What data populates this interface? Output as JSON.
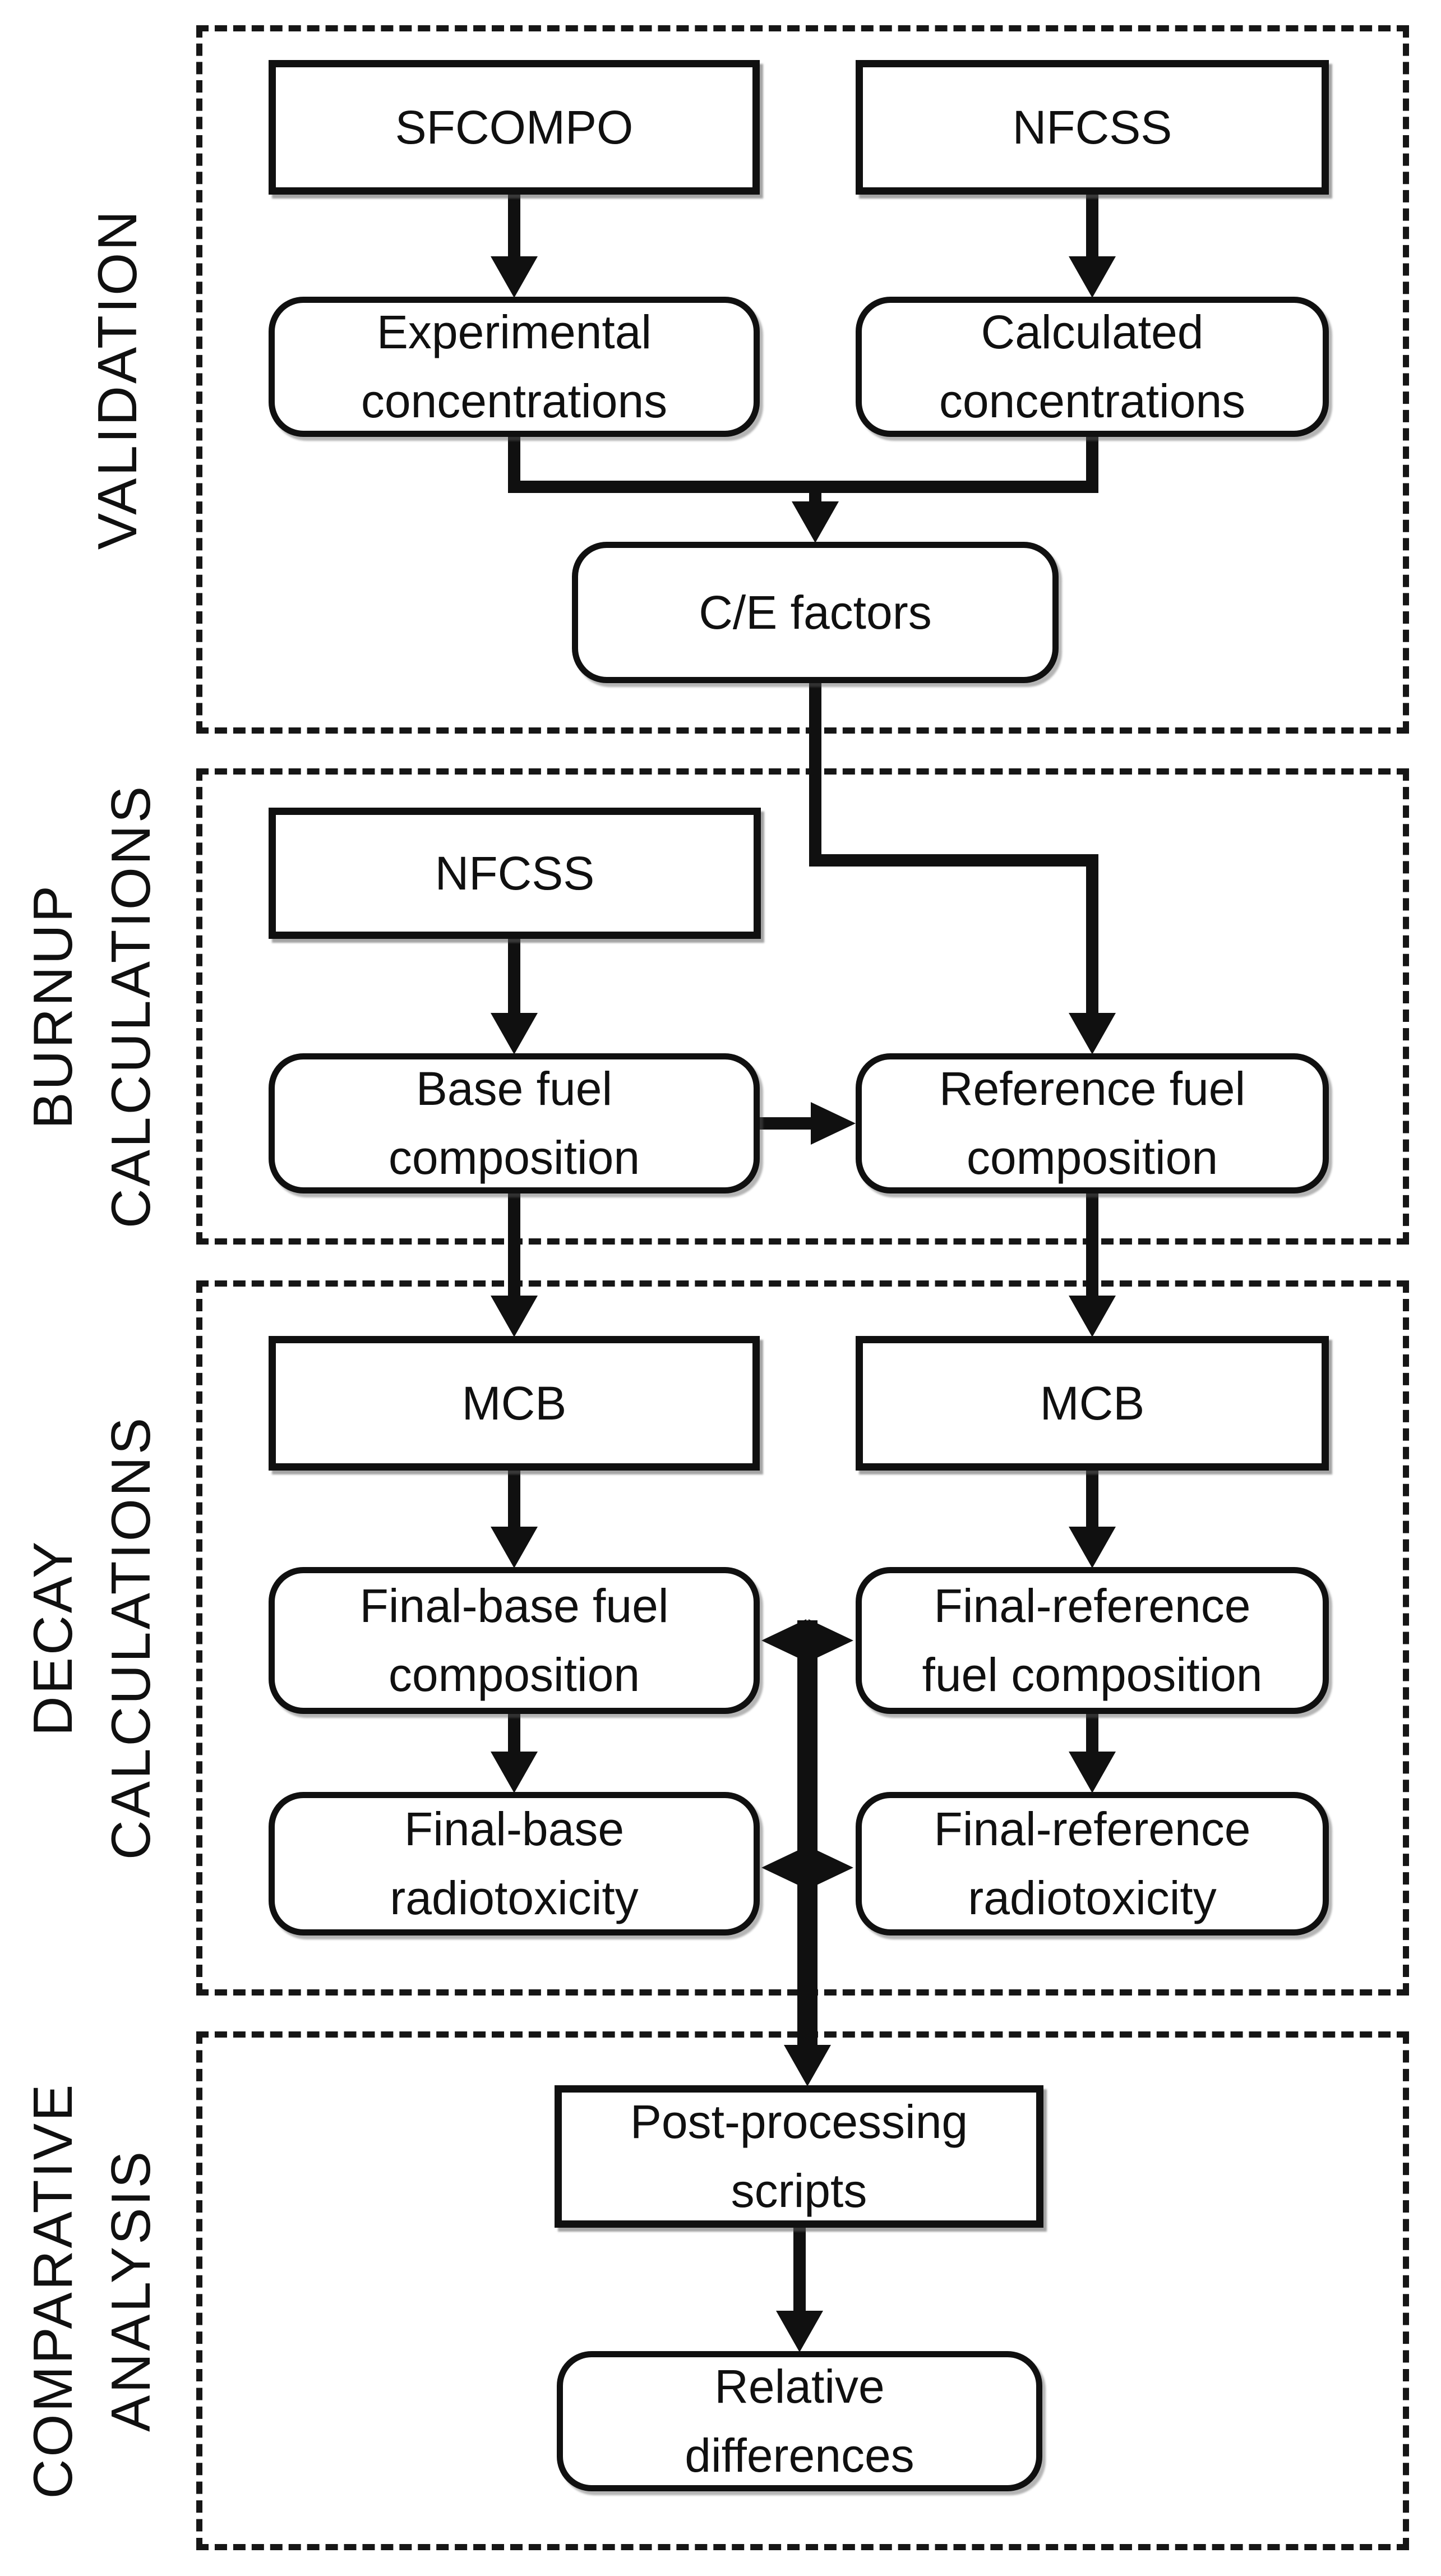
{
  "diagram": {
    "background": "#ffffff",
    "ink": "#101010",
    "type": "flowchart"
  },
  "sections": [
    {
      "id": "validation",
      "label": "VALIDATION"
    },
    {
      "id": "burnup",
      "label": "BURNUP\nCALCULATIONS"
    },
    {
      "id": "decay",
      "label": "DECAY\nCALCULATIONS"
    },
    {
      "id": "comparative",
      "label": "COMPARATIVE\nANALYSIS"
    }
  ],
  "nodes": {
    "sfcompo": {
      "label": "SFCOMPO",
      "shape": "rect",
      "section": "validation"
    },
    "nfcss_validation": {
      "label": "NFCSS",
      "shape": "rect",
      "section": "validation"
    },
    "experimental_conc": {
      "label": "Experimental\nconcentrations",
      "shape": "rounded",
      "section": "validation"
    },
    "calculated_conc": {
      "label": "Calculated\nconcentrations",
      "shape": "rounded",
      "section": "validation"
    },
    "ce_factors": {
      "label": "C/E factors",
      "shape": "rounded",
      "section": "validation"
    },
    "nfcss_burnup": {
      "label": "NFCSS",
      "shape": "rect",
      "section": "burnup"
    },
    "base_fuel_comp": {
      "label": "Base fuel\ncomposition",
      "shape": "rounded",
      "section": "burnup"
    },
    "reference_fuel_comp": {
      "label": "Reference fuel\ncomposition",
      "shape": "rounded",
      "section": "burnup"
    },
    "mcb_left": {
      "label": "MCB",
      "shape": "rect",
      "section": "decay"
    },
    "mcb_right": {
      "label": "MCB",
      "shape": "rect",
      "section": "decay"
    },
    "final_base_comp": {
      "label": "Final-base fuel\ncomposition",
      "shape": "rounded",
      "section": "decay"
    },
    "final_ref_comp": {
      "label": "Final-reference\nfuel composition",
      "shape": "rounded",
      "section": "decay"
    },
    "final_base_radiotox": {
      "label": "Final-base\nradiotoxicity",
      "shape": "rounded",
      "section": "decay"
    },
    "final_ref_radiotox": {
      "label": "Final-reference\nradiotoxicity",
      "shape": "rounded",
      "section": "decay"
    },
    "post_processing": {
      "label": "Post-processing\nscripts",
      "shape": "rect",
      "section": "comparative"
    },
    "relative_diff": {
      "label": "Relative\ndifferences",
      "shape": "rounded",
      "section": "comparative"
    }
  },
  "edges": [
    {
      "from": "sfcompo",
      "to": "experimental_conc",
      "style": "arrow"
    },
    {
      "from": "nfcss_validation",
      "to": "calculated_conc",
      "style": "arrow"
    },
    {
      "from": "experimental_conc+calculated_conc",
      "to": "ce_factors",
      "style": "merged-arrow"
    },
    {
      "from": "ce_factors",
      "to": "reference_fuel_comp",
      "style": "elbow-arrow"
    },
    {
      "from": "nfcss_burnup",
      "to": "base_fuel_comp",
      "style": "arrow"
    },
    {
      "from": "base_fuel_comp",
      "to": "reference_fuel_comp",
      "style": "arrow"
    },
    {
      "from": "base_fuel_comp",
      "to": "mcb_left",
      "style": "arrow"
    },
    {
      "from": "reference_fuel_comp",
      "to": "mcb_right",
      "style": "arrow"
    },
    {
      "from": "mcb_left",
      "to": "final_base_comp",
      "style": "arrow"
    },
    {
      "from": "mcb_right",
      "to": "final_ref_comp",
      "style": "arrow"
    },
    {
      "from": "final_base_comp",
      "to": "final_ref_comp",
      "style": "double-arrow"
    },
    {
      "from": "final_base_radiotox",
      "to": "final_ref_radiotox",
      "style": "double-arrow"
    },
    {
      "from": "final_base_comp+final_ref_comp",
      "to": "post_processing",
      "style": "arrow"
    },
    {
      "from": "post_processing",
      "to": "relative_diff",
      "style": "arrow"
    }
  ]
}
